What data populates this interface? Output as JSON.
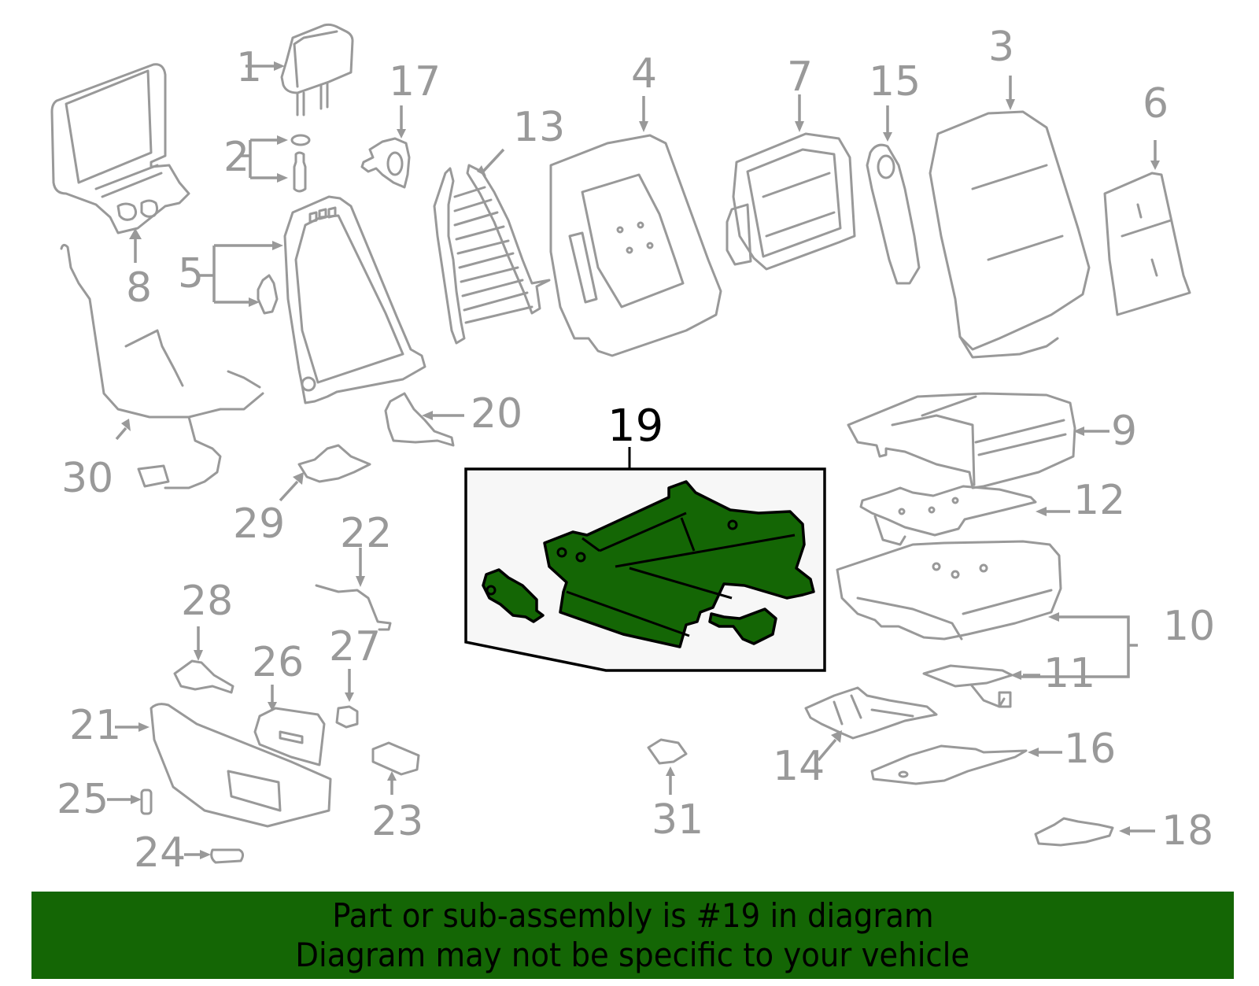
{
  "diagram": {
    "title": "Seat assembly exploded parts diagram",
    "highlighted_part": "19",
    "colors": {
      "part_outline": "#999999",
      "highlight_fill": "#146605",
      "highlight_box_bg": "#f7f7f7",
      "banner_bg": "#146605",
      "banner_text": "#000000"
    },
    "callouts": [
      {
        "id": "1",
        "label": "1"
      },
      {
        "id": "2",
        "label": "2"
      },
      {
        "id": "3",
        "label": "3"
      },
      {
        "id": "4",
        "label": "4"
      },
      {
        "id": "5",
        "label": "5"
      },
      {
        "id": "6",
        "label": "6"
      },
      {
        "id": "7",
        "label": "7"
      },
      {
        "id": "8",
        "label": "8"
      },
      {
        "id": "9",
        "label": "9"
      },
      {
        "id": "10",
        "label": "10"
      },
      {
        "id": "11",
        "label": "11"
      },
      {
        "id": "12",
        "label": "12"
      },
      {
        "id": "13",
        "label": "13"
      },
      {
        "id": "14",
        "label": "14"
      },
      {
        "id": "15",
        "label": "15"
      },
      {
        "id": "16",
        "label": "16"
      },
      {
        "id": "17",
        "label": "17"
      },
      {
        "id": "18",
        "label": "18"
      },
      {
        "id": "19",
        "label": "19"
      },
      {
        "id": "20",
        "label": "20"
      },
      {
        "id": "21",
        "label": "21"
      },
      {
        "id": "22",
        "label": "22"
      },
      {
        "id": "23",
        "label": "23"
      },
      {
        "id": "24",
        "label": "24"
      },
      {
        "id": "25",
        "label": "25"
      },
      {
        "id": "26",
        "label": "26"
      },
      {
        "id": "27",
        "label": "27"
      },
      {
        "id": "28",
        "label": "28"
      },
      {
        "id": "29",
        "label": "29"
      },
      {
        "id": "30",
        "label": "30"
      },
      {
        "id": "31",
        "label": "31"
      }
    ]
  },
  "banner": {
    "line1": "Part or sub-assembly is #19 in diagram",
    "line2": "Diagram may not be specific to your vehicle"
  }
}
